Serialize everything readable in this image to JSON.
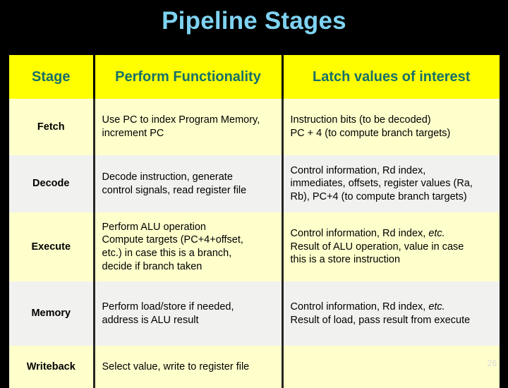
{
  "slide": {
    "title": "Pipeline Stages",
    "page_number": "26",
    "title_color": "#7FD3F2",
    "background_color": "#000000",
    "header_background": "#FFFF00",
    "header_text_color": "#177068",
    "row_band_a_color": "#FFFFCC",
    "row_band_b_color": "#F1F1EF"
  },
  "table": {
    "headers": {
      "stage": "Stage",
      "functionality": "Perform Functionality",
      "latch": "Latch values of interest"
    },
    "rows": [
      {
        "stage": "Fetch",
        "functionality_lines": [
          "Use PC to index Program Memory,",
          "increment PC"
        ],
        "latch_lines": [
          "Instruction bits (to be decoded)",
          "PC + 4 (to compute branch targets)"
        ],
        "latch_italic": ""
      },
      {
        "stage": "Decode",
        "functionality_lines": [
          "Decode instruction, generate",
          "control signals, read register file"
        ],
        "latch_lines": [
          "Control information, Rd index,",
          "immediates, offsets, register values (Ra,",
          "Rb), PC+4 (to compute branch targets)"
        ],
        "latch_italic": ""
      },
      {
        "stage": "Execute",
        "functionality_lines": [
          "Perform ALU operation",
          "Compute targets (PC+4+offset,",
          "etc.) in case this is a branch,",
          "decide if branch taken"
        ],
        "latch_lines": [
          "Control information, Rd index, ",
          "Result of ALU operation, value in case",
          "this is a store instruction"
        ],
        "latch_italic": "etc."
      },
      {
        "stage": "Memory",
        "functionality_lines": [
          "Perform load/store if needed,",
          "address is ALU result"
        ],
        "latch_lines": [
          "Control information, Rd index, ",
          "Result of load, pass result from execute"
        ],
        "latch_italic": "etc."
      },
      {
        "stage": "Writeback",
        "functionality_lines": [
          "Select value, write to register file"
        ],
        "latch_lines": [],
        "latch_italic": ""
      }
    ]
  }
}
